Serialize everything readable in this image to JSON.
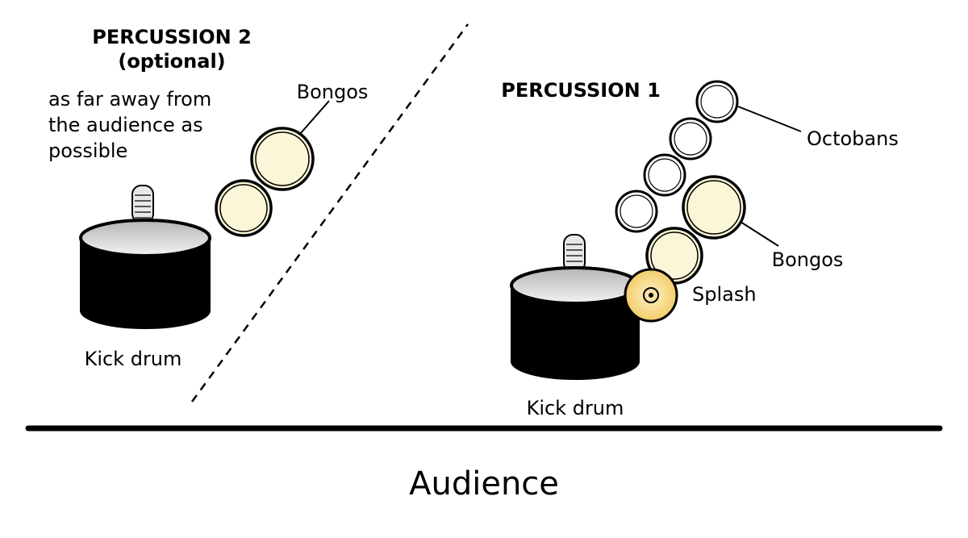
{
  "percussion_2": {
    "heading_line1": "PERCUSSION 2",
    "heading_line2": "(optional)",
    "note_line1": "as far away from",
    "note_line2": "the audience as",
    "note_line3": "possible",
    "bongos_label": "Bongos",
    "kick_label": "Kick drum"
  },
  "percussion_1": {
    "heading": "PERCUSSION 1",
    "octobans_label": "Octobans",
    "bongos_label": "Bongos",
    "splash_label": "Splash",
    "kick_label": "Kick drum"
  },
  "audience_label": "Audience",
  "colors": {
    "drum_body": "#000000",
    "drum_head": "#eeeeee",
    "bongo_fill": "#fcf6d8",
    "cymbal_fill": "#f6d98a",
    "octoban_fill": "#ffffff",
    "stroke": "#000000"
  }
}
